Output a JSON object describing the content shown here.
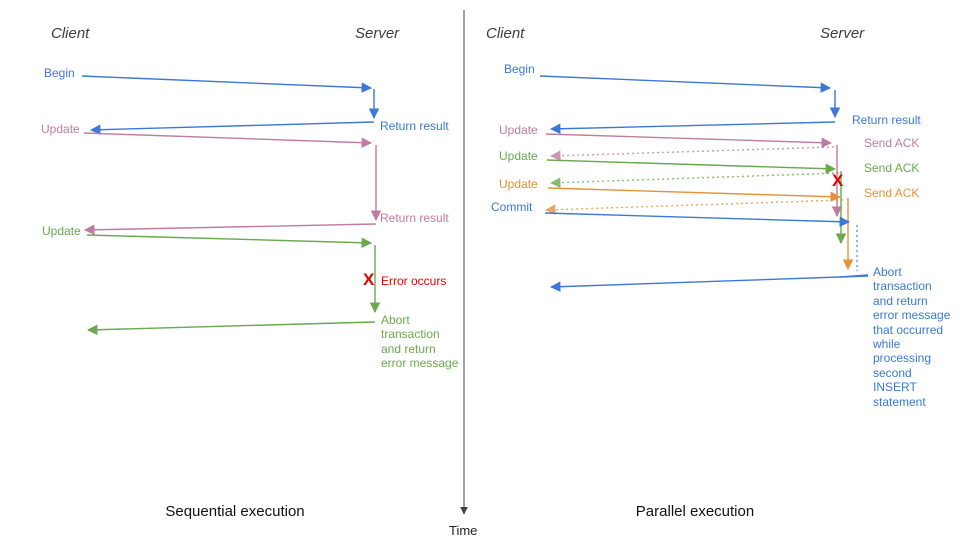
{
  "palette": {
    "blue": "#3c78d8",
    "pink": "#c27ba0",
    "green": "#6aa84f",
    "orange": "#e69138",
    "red": "#e60000",
    "axis": "#444444",
    "header_text": "#3d3d3d",
    "caption_text": "#111111"
  },
  "time_axis": {
    "label": "Time"
  },
  "left": {
    "caption": "Sequential execution",
    "client": "Client",
    "server": "Server",
    "begin": "Begin",
    "return_result_1": "Return result",
    "update_1": "Update",
    "return_result_2": "Return result",
    "update_2": "Update",
    "error_mark": "X",
    "error_label": "Error occurs",
    "abort_label": "Abort transaction and return error message"
  },
  "right": {
    "caption": "Parallel execution",
    "client": "Client",
    "server": "Server",
    "begin": "Begin",
    "return_result": "Return result",
    "update_1": "Update",
    "send_ack_1": "Send ACK",
    "update_2": "Update",
    "send_ack_2": "Send ACK",
    "update_3": "Update",
    "send_ack_3": "Send ACK",
    "commit": "Commit",
    "error_mark": "X",
    "abort_label": "Abort transaction and return error message that occurred while processing second INSERT statement"
  }
}
